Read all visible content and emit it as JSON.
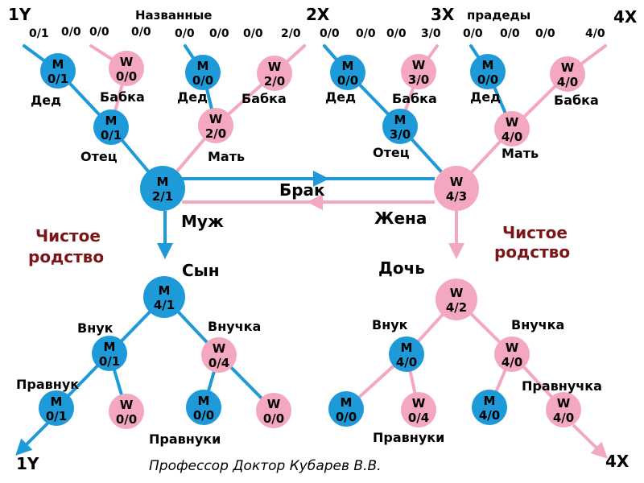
{
  "colors": {
    "male": "#1e9ad8",
    "female": "#f4a8bf",
    "male_line": "#1e9ad8",
    "female_line": "#f4a8bf"
  },
  "nodes": [
    {
      "id": "gf1",
      "sex": "M",
      "label": "0/1"
    },
    {
      "id": "gm1",
      "sex": "W",
      "label": "0/0"
    },
    {
      "id": "gf2",
      "sex": "M",
      "label": "0/0"
    },
    {
      "id": "gm2",
      "sex": "W",
      "label": "2/0"
    },
    {
      "id": "gf3",
      "sex": "M",
      "label": "0/0"
    },
    {
      "id": "gm3",
      "sex": "W",
      "label": "3/0"
    },
    {
      "id": "gf4",
      "sex": "M",
      "label": "0/0"
    },
    {
      "id": "gm4",
      "sex": "W",
      "label": "4/0"
    },
    {
      "id": "father1",
      "sex": "M",
      "label": "0/1"
    },
    {
      "id": "mother1",
      "sex": "W",
      "label": "2/0"
    },
    {
      "id": "father2",
      "sex": "M",
      "label": "3/0"
    },
    {
      "id": "mother2",
      "sex": "W",
      "label": "4/0"
    },
    {
      "id": "husband",
      "sex": "M",
      "label": "2/1"
    },
    {
      "id": "wife",
      "sex": "W",
      "label": "4/3"
    },
    {
      "id": "son",
      "sex": "M",
      "label": "4/1"
    },
    {
      "id": "daughter",
      "sex": "W",
      "label": "4/2"
    },
    {
      "id": "grandson1",
      "sex": "M",
      "label": "0/1"
    },
    {
      "id": "granddaughter1",
      "sex": "W",
      "label": "0/4"
    },
    {
      "id": "grandson2",
      "sex": "M",
      "label": "4/0"
    },
    {
      "id": "granddaughter2",
      "sex": "W",
      "label": "4/0"
    },
    {
      "id": "ggs1",
      "sex": "M",
      "label": "0/1"
    },
    {
      "id": "ggd1",
      "sex": "W",
      "label": "0/0"
    },
    {
      "id": "ggs2",
      "sex": "M",
      "label": "0/0"
    },
    {
      "id": "ggd2",
      "sex": "W",
      "label": "0/0"
    },
    {
      "id": "ggs3",
      "sex": "M",
      "label": "0/0"
    },
    {
      "id": "ggd3",
      "sex": "W",
      "label": "0/4"
    },
    {
      "id": "ggs4",
      "sex": "M",
      "label": "4/0"
    },
    {
      "id": "ggd4",
      "sex": "W",
      "label": "4/0"
    }
  ],
  "top_ratios": [
    "0/1",
    "0/0",
    "0/0",
    "0/0",
    "0/0",
    "0/0",
    "0/0",
    "2/0",
    "0/0",
    "0/0",
    "0/0",
    "3/0",
    "0/0",
    "0/0",
    "0/0",
    "4/0"
  ],
  "labels": {
    "ded": "Дед",
    "babka": "Бабка",
    "otec": "Отец",
    "mat": "Мать",
    "muzh": "Муж",
    "zhena": "Жена",
    "brak": "Брак",
    "syn": "Сын",
    "doch": "Дочь",
    "vnuk": "Внук",
    "vnuchka": "Внучка",
    "pravnuk": "Правнук",
    "pravnuchka": "Правнучка",
    "pravnuki": "Правнуки",
    "nazvannye": "Названные",
    "pradedy": "прадеды",
    "chistoe": "Чистое",
    "rodstvo": "родство",
    "y1": "1Y",
    "x2": "2X",
    "x3": "3X",
    "x4": "4X"
  },
  "credit": "Профессор Доктор Кубарев В.В."
}
